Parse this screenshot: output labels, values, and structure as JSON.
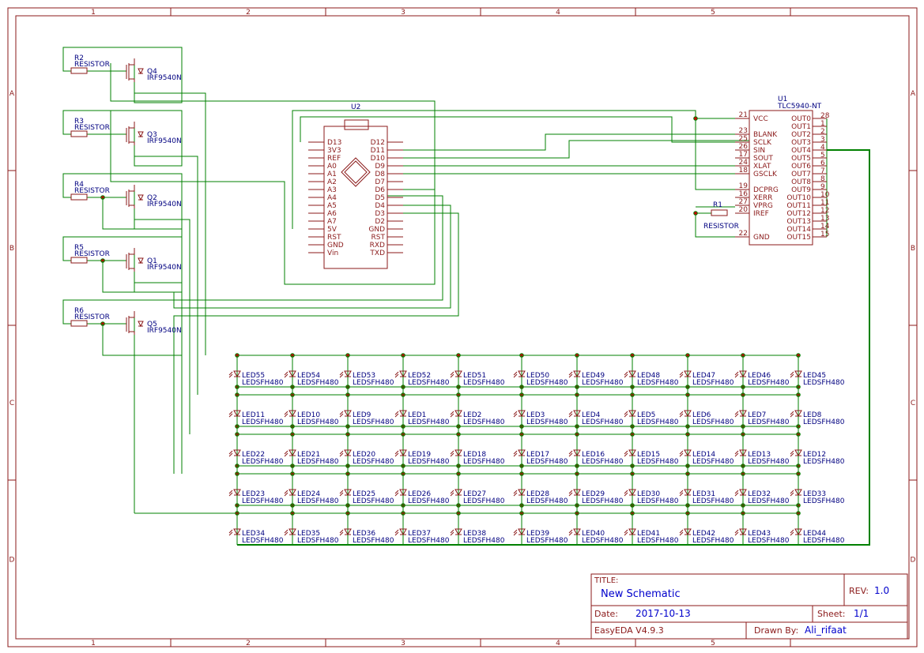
{
  "frame": {
    "col_labels": [
      "1",
      "2",
      "3",
      "4",
      "5"
    ],
    "row_labels": [
      "A",
      "B",
      "C",
      "D"
    ]
  },
  "title_block": {
    "title_label": "TITLE:",
    "title": "New Schematic",
    "rev_label": "REV:",
    "rev": "1.0",
    "date_label": "Date:",
    "date": "2017-10-13",
    "sheet_label": "Sheet:",
    "sheet": "1/1",
    "tool": "EasyEDA V4.9.3",
    "drawn_label": "Drawn By:",
    "drawn_by": "Ali_rifaat"
  },
  "transistors": [
    {
      "ref": "Q4",
      "part": "IRF9540N",
      "resistor_ref": "R2",
      "resistor_label": "RESISTOR"
    },
    {
      "ref": "Q3",
      "part": "IRF9540N",
      "resistor_ref": "R3",
      "resistor_label": "RESISTOR"
    },
    {
      "ref": "Q2",
      "part": "IRF9540N",
      "resistor_ref": "R4",
      "resistor_label": "RESISTOR"
    },
    {
      "ref": "Q1",
      "part": "IRF9540N",
      "resistor_ref": "R5",
      "resistor_label": "RESISTOR"
    },
    {
      "ref": "Q5",
      "part": "IRF9540N",
      "resistor_ref": "R6",
      "resistor_label": "RESISTOR"
    }
  ],
  "u2": {
    "ref": "U2",
    "left_pins": [
      "D13",
      "3V3",
      "REF",
      "A0",
      "A1",
      "A2",
      "A3",
      "A4",
      "A5",
      "A6",
      "A7",
      "5V",
      "RST",
      "GND",
      "Vin"
    ],
    "right_pins": [
      "D12",
      "D11",
      "D10",
      "D9",
      "D8",
      "D7",
      "D6",
      "D5",
      "D4",
      "D3",
      "D2",
      "GND",
      "RST",
      "RXD",
      "TXD"
    ]
  },
  "u1": {
    "ref": "U1",
    "part": "TLC5940-NT",
    "left_pins": [
      {
        "num": "21",
        "name": "VCC"
      },
      {
        "num": "23",
        "name": "BLANK"
      },
      {
        "num": "25",
        "name": "SCLK"
      },
      {
        "num": "26",
        "name": "SIN"
      },
      {
        "num": "17",
        "name": "SOUT"
      },
      {
        "num": "24",
        "name": "XLAT"
      },
      {
        "num": "18",
        "name": "GSCLK"
      },
      {
        "num": "19",
        "name": "DCPRG"
      },
      {
        "num": "16",
        "name": "XERR"
      },
      {
        "num": "27",
        "name": "VPRG"
      },
      {
        "num": "20",
        "name": "IREF"
      },
      {
        "num": "22",
        "name": "GND"
      }
    ],
    "right_pins": [
      {
        "name": "OUT0",
        "num": "28"
      },
      {
        "name": "OUT1",
        "num": "1"
      },
      {
        "name": "OUT2",
        "num": "2"
      },
      {
        "name": "OUT3",
        "num": "3"
      },
      {
        "name": "OUT4",
        "num": "4"
      },
      {
        "name": "OUT5",
        "num": "5"
      },
      {
        "name": "OUT6",
        "num": "6"
      },
      {
        "name": "OUT7",
        "num": "7"
      },
      {
        "name": "OUT8",
        "num": "8"
      },
      {
        "name": "OUT9",
        "num": "9"
      },
      {
        "name": "OUT10",
        "num": "10"
      },
      {
        "name": "OUT11",
        "num": "11"
      },
      {
        "name": "OUT12",
        "num": "12"
      },
      {
        "name": "OUT13",
        "num": "13"
      },
      {
        "name": "OUT14",
        "num": "14"
      },
      {
        "name": "OUT15",
        "num": "15"
      }
    ]
  },
  "r1": {
    "ref": "R1",
    "label": "RESISTOR"
  },
  "led_part": "LEDSFH480",
  "led_rows": [
    [
      "LED55",
      "LED54",
      "LED53",
      "LED52",
      "LED51",
      "LED50",
      "LED49",
      "LED48",
      "LED47",
      "LED46",
      "LED45"
    ],
    [
      "LED11",
      "LED10",
      "LED9",
      "LED1",
      "LED2",
      "LED3",
      "LED4",
      "LED5",
      "LED6",
      "LED7",
      "LED8"
    ],
    [
      "LED22",
      "LED21",
      "LED20",
      "LED19",
      "LED18",
      "LED17",
      "LED16",
      "LED15",
      "LED14",
      "LED13",
      "LED12"
    ],
    [
      "LED23",
      "LED24",
      "LED25",
      "LED26",
      "LED27",
      "LED28",
      "LED29",
      "LED30",
      "LED31",
      "LED32",
      "LED33"
    ],
    [
      "LED34",
      "LED35",
      "LED36",
      "LED37",
      "LED38",
      "LED39",
      "LED40",
      "LED41",
      "LED42",
      "LED43",
      "LED44"
    ]
  ],
  "colors": {
    "border": "#8b1a1a",
    "wire": "#008000",
    "label": "#000080",
    "symbol": "#8b1a1a",
    "junction": "#cc0000"
  }
}
